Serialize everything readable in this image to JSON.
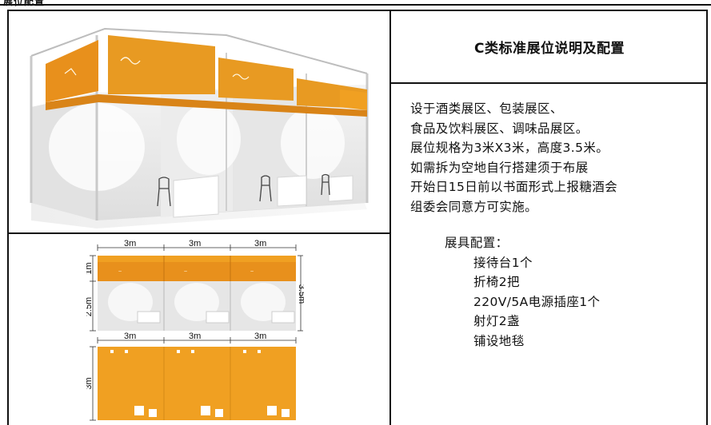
{
  "header_fragment": "展位配置",
  "panel": {
    "title": "C类标准展位说明及配置",
    "description_lines": [
      "设于酒类展区、包装展区、",
      "食品及饮料展区、调味品展区。",
      "展位规格为3米X3米，高度3.5米。",
      "如需拆为空地自行搭建须于布展",
      "开始日15日前以书面形式上报糖酒会",
      "组委会同意方可实施。"
    ],
    "equipment_heading": "展具配置：",
    "equipment_items": [
      "接待台1个",
      "折椅2把",
      "220V/5A电源插座1个",
      "射灯2盏",
      "铺设地毯"
    ]
  },
  "front_view": {
    "width_labels": [
      "3m",
      "3m",
      "3m"
    ],
    "fascia_height": "1m",
    "wall_height": "2.5m",
    "total_height": "3.5m"
  },
  "plan_view": {
    "width_labels": [
      "3m",
      "3m",
      "3m"
    ],
    "depth_label": "3m"
  },
  "colors": {
    "booth_orange": "#f0a022",
    "fascia_orange": "#e8901c",
    "frame_line": "#111111"
  }
}
